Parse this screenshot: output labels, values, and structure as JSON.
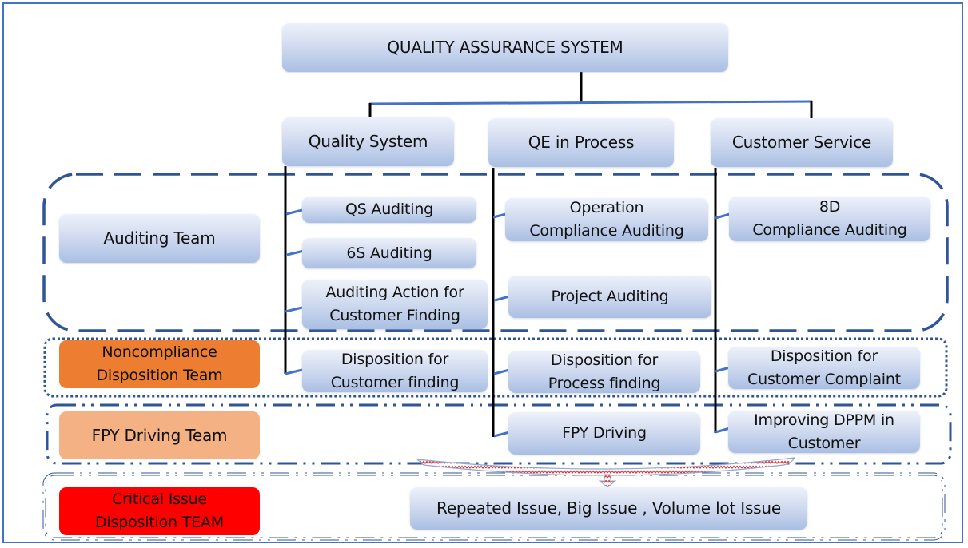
{
  "diagram": {
    "title": "QUALITY ASSURANCE SYSTEM",
    "branches": [
      {
        "id": "qs",
        "label": "Quality System"
      },
      {
        "id": "qe",
        "label": "QE in Process"
      },
      {
        "id": "cs",
        "label": "Customer Service"
      }
    ],
    "teams": {
      "auditing": "Auditing Team",
      "noncompliance": "Noncompliance\nDisposition Team",
      "fpy": "FPY Driving Team",
      "critical": "Critical Issue\nDisposition TEAM"
    },
    "tasks": {
      "qs_auditing": "QS Auditing",
      "six_s_auditing": "6S Auditing",
      "auditing_action": "Auditing Action for\nCustomer Finding",
      "operation_compliance": "Operation\nCompliance Auditing",
      "project_auditing": "Project Auditing",
      "eight_d_compliance": "8D\nCompliance Auditing",
      "disp_customer_finding": "Disposition for\nCustomer finding",
      "disp_process_finding": "Disposition for\nProcess finding",
      "disp_customer_complaint": "Disposition for\nCustomer Complaint",
      "fpy_driving": "FPY Driving",
      "improving_dppm": "Improving DPPM in\nCustomer",
      "critical_issues": "Repeated Issue, Big Issue , Volume lot Issue"
    },
    "colors": {
      "frame": "#4472C4",
      "group_border": "#2F5597",
      "connector": "#4472C4",
      "trunk": "#000000",
      "noncompliance_team": "#ED7D31",
      "fpy_team": "#F4B183",
      "critical_team": "#FF0000",
      "arrow_pattern": "#E03030"
    }
  }
}
